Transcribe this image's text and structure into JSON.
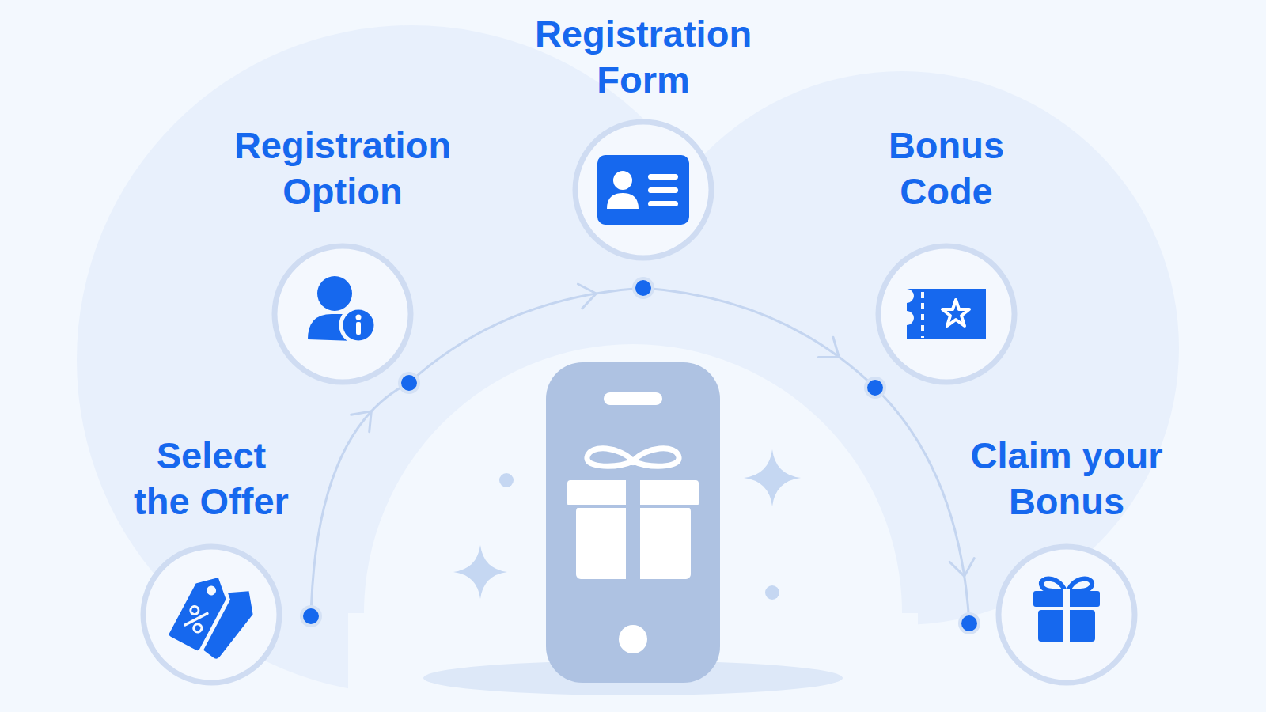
{
  "diagram": {
    "nodes": [
      {
        "text": [
          "Select the Offer"
        ]
      },
      {
        "text": [
          "Registration Option"
        ]
      },
      {
        "text": [
          "Registration Form"
        ]
      },
      {
        "text": [
          "Bonus Code"
        ]
      },
      {
        "text": [
          "Claim your Bonus"
        ]
      }
    ],
    "edges": [
      {
        "from": 0,
        "to": 1,
        "arrow": "to"
      },
      {
        "from": 1,
        "to": 2,
        "arrow": "to"
      },
      {
        "from": 2,
        "to": 3,
        "arrow": "to"
      },
      {
        "from": 3,
        "to": 4,
        "arrow": "to"
      }
    ]
  }
}
